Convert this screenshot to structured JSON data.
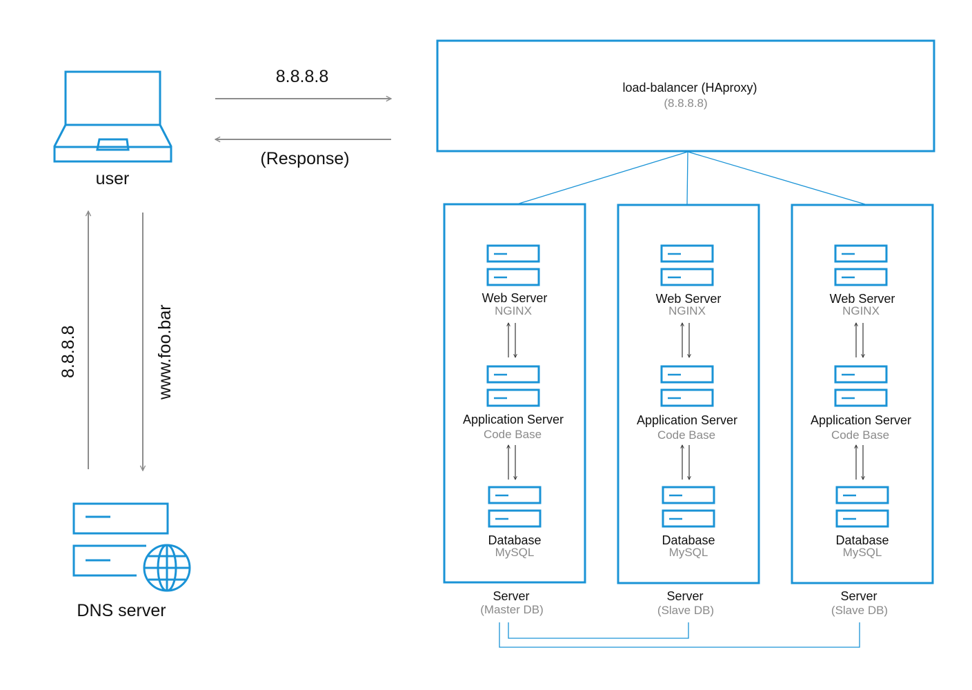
{
  "user": {
    "label": "user"
  },
  "dns": {
    "label": "DNS server"
  },
  "user_dns": {
    "up_label": "8.8.8.8",
    "down_label": "www.foo.bar"
  },
  "user_lb": {
    "request_label": "8.8.8.8",
    "response_label": "(Response)"
  },
  "load_balancer": {
    "title": "load-balancer (HAproxy)",
    "ip": "(8.8.8.8)"
  },
  "servers": [
    {
      "web": {
        "title": "Web Server",
        "sub": "NGINX"
      },
      "app": {
        "title": "Application Server",
        "sub": "Code Base"
      },
      "db": {
        "title": "Database",
        "sub": "MySQL"
      },
      "label": "Server",
      "role": "(Master DB)"
    },
    {
      "web": {
        "title": "Web Server",
        "sub": "NGINX"
      },
      "app": {
        "title": "Application Server",
        "sub": "Code Base"
      },
      "db": {
        "title": "Database",
        "sub": "MySQL"
      },
      "label": "Server",
      "role": "(Slave DB)"
    },
    {
      "web": {
        "title": "Web Server",
        "sub": "NGINX"
      },
      "app": {
        "title": "Application Server",
        "sub": "Code Base"
      },
      "db": {
        "title": "Database",
        "sub": "MySQL"
      },
      "label": "Server",
      "role": "(Slave DB)"
    }
  ],
  "colors": {
    "accent": "#1a93d6",
    "arrow": "#8c8c8c",
    "text": "#111111",
    "subtext": "#8a8a8a"
  },
  "icons": {
    "user": "laptop-icon",
    "dns": "server-globe-icon",
    "node": "server-rack-icon"
  }
}
